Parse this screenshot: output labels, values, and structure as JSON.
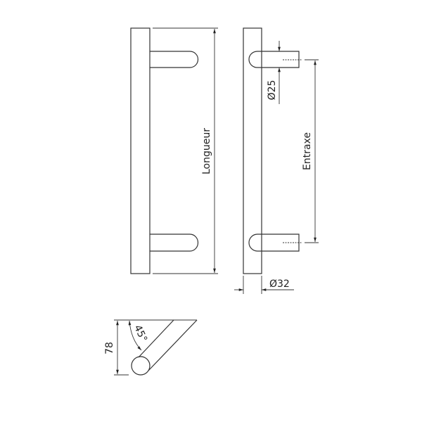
{
  "labels": {
    "length": "Longueur",
    "center_distance": "Entraxe",
    "standoff_diameter": "Ø25",
    "bar_diameter": "Ø32",
    "height": "78",
    "angle": "45°"
  }
}
